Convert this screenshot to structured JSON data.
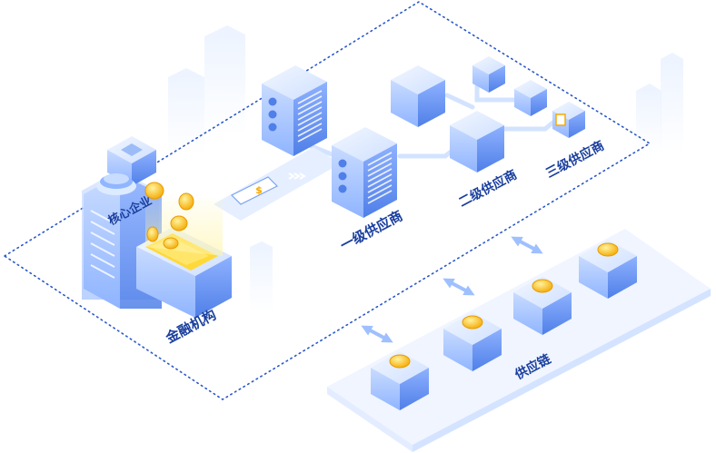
{
  "diagram": {
    "labels": {
      "core_enterprise": "核心企业",
      "financial_institution": "金融机构",
      "tier1_supplier": "一级供应商",
      "tier2_supplier": "二级供应商",
      "tier3_supplier": "三级供应商",
      "supply_chain": "供应链"
    },
    "icons": {
      "currency_symbol": "$"
    },
    "colors": {
      "label_text": "#1a3f9e",
      "cube_top": "#d9e8ff",
      "cube_left": "#a9c7ff",
      "cube_right": "#6f9cf5",
      "dotted_border": "#2b58c8",
      "coin": "#ffc82a",
      "arrow": "#9fc0ff"
    }
  }
}
